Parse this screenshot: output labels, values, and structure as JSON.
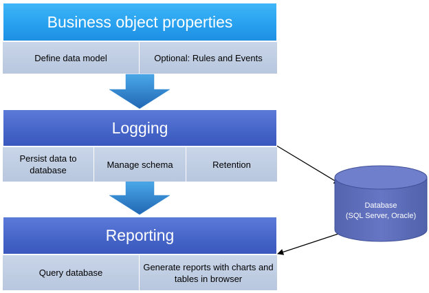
{
  "sections": {
    "business": {
      "title": "Business object properties",
      "items": [
        "Define data model",
        "Optional: Rules and Events"
      ]
    },
    "logging": {
      "title": "Logging",
      "items": [
        "Persist data to database",
        "Manage schema",
        "Retention"
      ]
    },
    "reporting": {
      "title": "Reporting",
      "items": [
        "Query database",
        "Generate reports with charts and tables in browser"
      ]
    }
  },
  "database": {
    "label": "Database",
    "sublabel": "(SQL Server, Oracle)"
  },
  "colors": {
    "business_header": "#28a1ef",
    "logging_header": "#4766c9",
    "reporting_header": "#4766c9",
    "subitem_fill": "#bfcce2",
    "database_fill": "#5b6bb8",
    "flow_arrow": "#2f7fc8"
  }
}
